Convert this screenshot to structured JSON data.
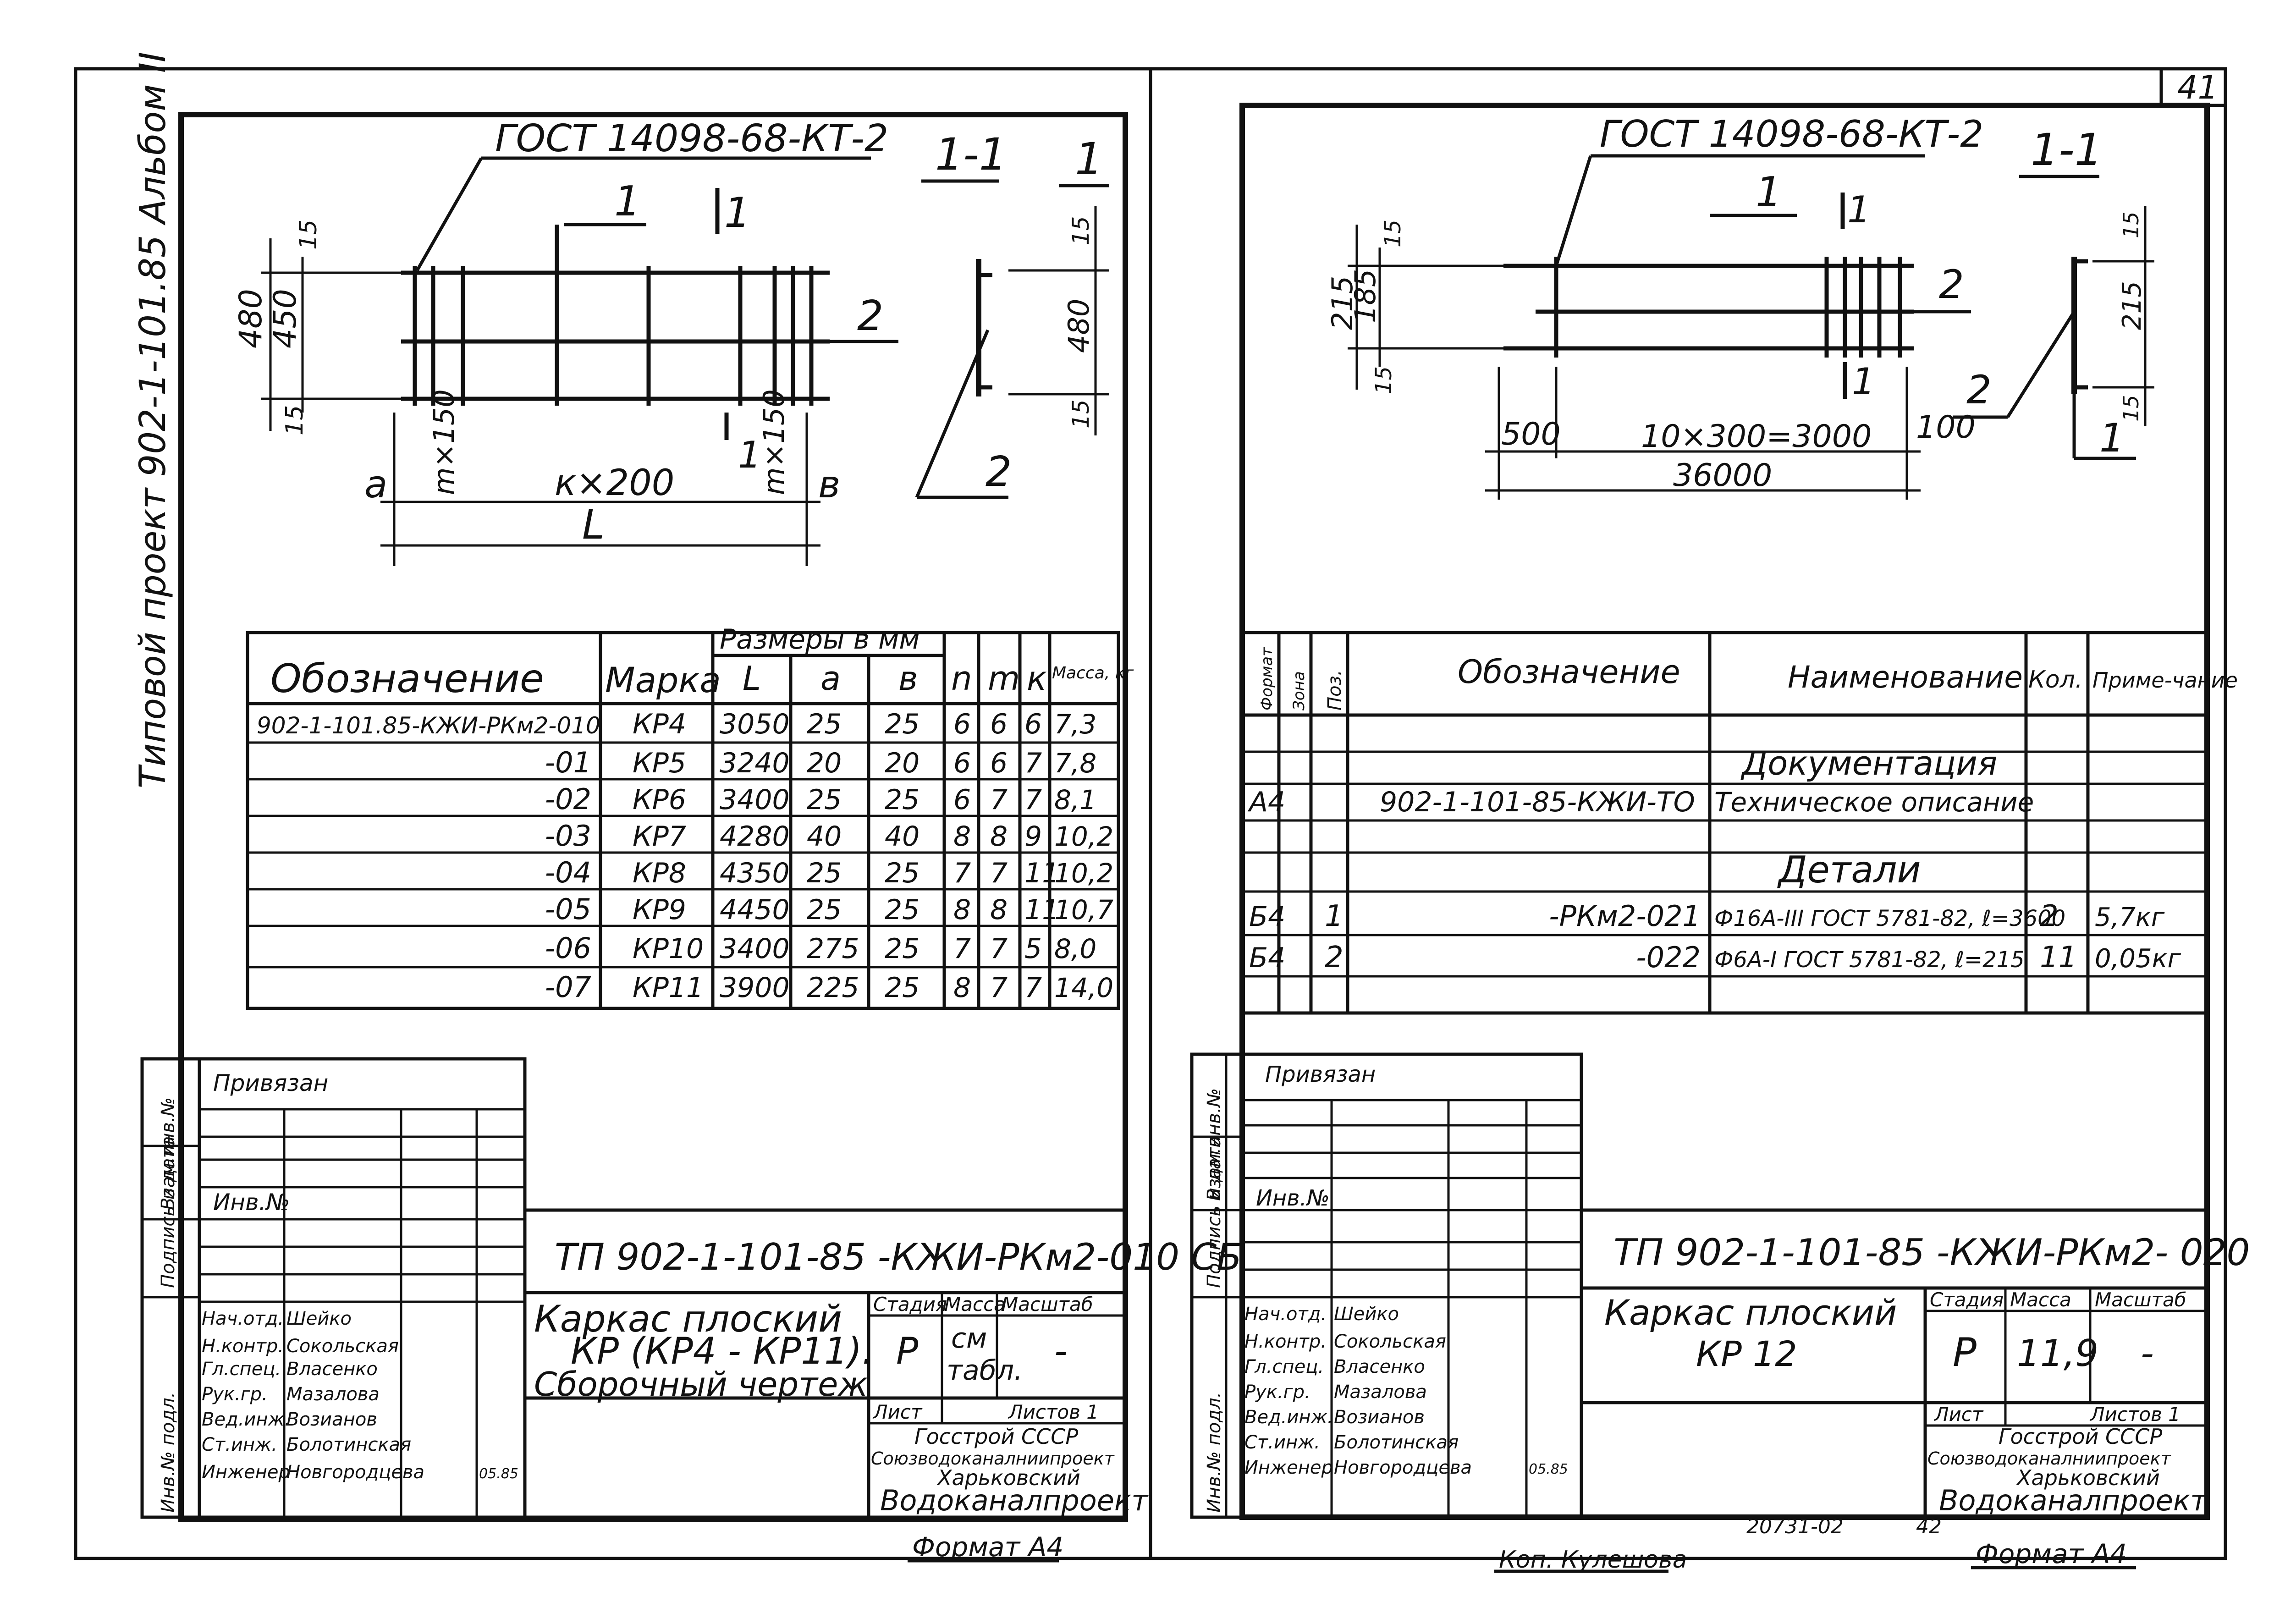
{
  "page_number": "41",
  "left_margin_title": "Типовой проект 902-1-101.85 Альбом II",
  "left": {
    "gost_label": "ГОСТ 14098-68-КТ-2",
    "section_title": "1-1",
    "cut_mark": "1",
    "pos_labels": {
      "p1": "1",
      "p2": "2"
    },
    "dims": {
      "d480": "480",
      "d450": "450",
      "d15_top": "15",
      "d15_bot": "15",
      "s480": "480",
      "s15_top": "15",
      "s15_bot": "15",
      "m150": "m×150",
      "m150b": "m×150",
      "k200": "к×200",
      "a": "а",
      "b": "в",
      "L": "L"
    },
    "table": {
      "head_designation": "Обозначение",
      "head_mark": "Марка",
      "head_sizes": "Размеры в мм",
      "head_L": "L",
      "head_a": "а",
      "head_b": "в",
      "head_n": "n",
      "head_m": "m",
      "head_k": "к",
      "head_mass": "Масса, кг",
      "rows": [
        {
          "des": "902-1-101.85-КЖИ-РКм2-010",
          "mark": "КР4",
          "L": "3050",
          "a": "25",
          "b": "25",
          "n": "6",
          "m": "6",
          "k": "6",
          "mass": "7,3"
        },
        {
          "des": "-01",
          "mark": "КР5",
          "L": "3240",
          "a": "20",
          "b": "20",
          "n": "6",
          "m": "6",
          "k": "7",
          "mass": "7,8"
        },
        {
          "des": "-02",
          "mark": "КР6",
          "L": "3400",
          "a": "25",
          "b": "25",
          "n": "6",
          "m": "7",
          "k": "7",
          "mass": "8,1"
        },
        {
          "des": "-03",
          "mark": "КР7",
          "L": "4280",
          "a": "40",
          "b": "40",
          "n": "8",
          "m": "8",
          "k": "9",
          "mass": "10,2"
        },
        {
          "des": "-04",
          "mark": "КР8",
          "L": "4350",
          "a": "25",
          "b": "25",
          "n": "7",
          "m": "7",
          "k": "11",
          "mass": "10,2"
        },
        {
          "des": "-05",
          "mark": "КР9",
          "L": "4450",
          "a": "25",
          "b": "25",
          "n": "8",
          "m": "8",
          "k": "11",
          "mass": "10,7"
        },
        {
          "des": "-06",
          "mark": "КР10",
          "L": "3400",
          "a": "275",
          "b": "25",
          "n": "7",
          "m": "7",
          "k": "5",
          "mass": "8,0"
        },
        {
          "des": "-07",
          "mark": "КР11",
          "L": "3900",
          "a": "225",
          "b": "25",
          "n": "8",
          "m": "7",
          "k": "7",
          "mass": "14,0"
        }
      ]
    },
    "stamp": {
      "privyazan": "Привязан",
      "inv_no": "Инв.№",
      "doc_code": "ТП 902-1-101-85 -КЖИ-РКм2-010 СБ",
      "title_line1": "Каркас плоский",
      "title_line2": "КР (КР4 - КР11).",
      "title_line3": "Сборочный чертеж",
      "h_stage": "Стадия",
      "h_mass": "Масса",
      "h_scale": "Масштаб",
      "stage": "Р",
      "mass_line1": "см",
      "mass_line2": "табл.",
      "scale": "-",
      "sheet_label": "Лист",
      "sheets_label": "Листов 1",
      "org1": "Госстрой СССР",
      "org2": "Союзводоканалниипроект",
      "org3": "Харьковский",
      "org4": "Водоканалпроект",
      "people": [
        {
          "role": "Нач.отд.",
          "name": "Шейко"
        },
        {
          "role": "Н.контр.",
          "name": "Сокольская"
        },
        {
          "role": "Гл.спец.",
          "name": "Власенко"
        },
        {
          "role": "Рук.гр.",
          "name": "Мазалова"
        },
        {
          "role": "Вед.инж.",
          "name": "Возианов"
        },
        {
          "role": "Ст.инж.",
          "name": "Болотинская"
        },
        {
          "role": "Инженер",
          "name": "Новгородцева"
        }
      ],
      "date": "05.85",
      "side_labels": [
        "Инв.№ подл.",
        "Подпись и дата",
        "Взам.инв.№"
      ]
    },
    "format": "Формат А4"
  },
  "right": {
    "gost_label": "ГОСТ 14098-68-КТ-2",
    "section_title": "1-1",
    "cut_mark": "1",
    "pos_labels": {
      "p1": "1",
      "p2": "2"
    },
    "dims": {
      "d215": "215",
      "d185": "185",
      "d15_top": "15",
      "d15_bot": "15",
      "s215": "215",
      "s15_top": "15",
      "s15_bot": "15",
      "d500": "500",
      "d10x300": "10×300=3000",
      "d100": "100",
      "d3600": "36000"
    },
    "table": {
      "head_format": "Формат",
      "head_zone": "Зона",
      "head_pos": "Поз.",
      "head_designation": "Обозначение",
      "head_name": "Наименование",
      "head_qty": "Кол.",
      "head_note": "Приме-чание",
      "section_docs": "Документация",
      "doc_row": {
        "format": "А4",
        "des": "902-1-101-85-КЖИ-ТО",
        "name": "Техническое описание"
      },
      "section_parts": "Детали",
      "rows": [
        {
          "format": "Б4",
          "pos": "1",
          "des": "-РКм2-021",
          "name": "Ф16А-III ГОСТ 5781-82, ℓ=3600",
          "qty": "2",
          "note": "5,7кг"
        },
        {
          "format": "Б4",
          "pos": "2",
          "des": "-022",
          "name": "Ф6А-I ГОСТ 5781-82, ℓ=215",
          "qty": "11",
          "note": "0,05кг"
        }
      ]
    },
    "stamp": {
      "privyazan": "Привязан",
      "inv_no": "Инв.№",
      "doc_code": "ТП 902-1-101-85 -КЖИ-РКм2- 020",
      "title_line1": "Каркас плоский",
      "title_line2": "КР 12",
      "h_stage": "Стадия",
      "h_mass": "Масса",
      "h_scale": "Масштаб",
      "stage": "Р",
      "mass": "11,9",
      "scale": "-",
      "sheet_label": "Лист",
      "sheets_label": "Листов 1",
      "org1": "Госстрой СССР",
      "org2": "Союзводоканалниипроект",
      "org3": "Харьковский",
      "org4": "Водоканалпроект",
      "people": [
        {
          "role": "Нач.отд.",
          "name": "Шейко"
        },
        {
          "role": "Н.контр.",
          "name": "Сокольская"
        },
        {
          "role": "Гл.спец.",
          "name": "Власенко"
        },
        {
          "role": "Рук.гр.",
          "name": "Мазалова"
        },
        {
          "role": "Вед.инж.",
          "name": "Возианов"
        },
        {
          "role": "Ст.инж.",
          "name": "Болотинская"
        },
        {
          "role": "Инженер",
          "name": "Новгородцева"
        }
      ],
      "date": "05.85",
      "side_labels": [
        "Инв.№ подл.",
        "Подпись и дата",
        "Взам.инв.№"
      ]
    },
    "footer_num": "20731-02",
    "footer_page": "42",
    "copy_label": "Коп. Кулешова",
    "format": "Формат А4"
  }
}
